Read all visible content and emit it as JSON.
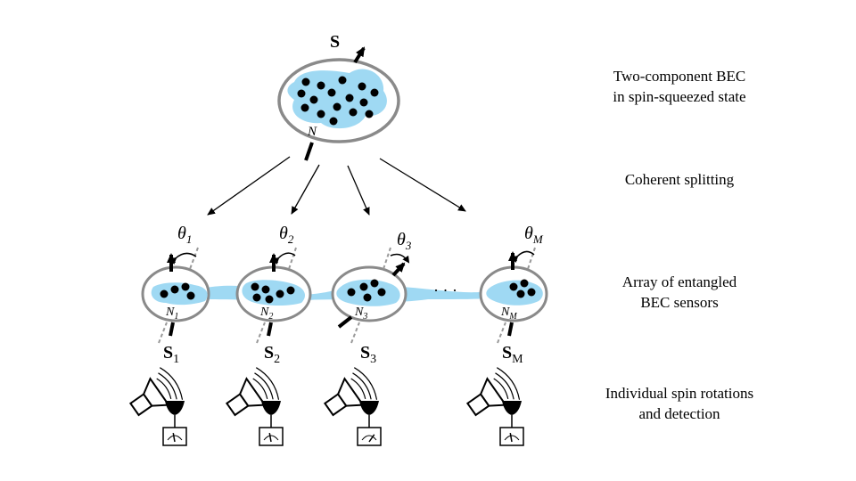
{
  "stages": {
    "bec_line1": "Two-component BEC",
    "bec_line2": "in spin-squeezed state",
    "splitting": "Coherent splitting",
    "array_line1": "Array of entangled",
    "array_line2": "BEC sensors",
    "detect_line1": "Individual spin rotations",
    "detect_line2": "and detection"
  },
  "main_cloud": {
    "spin_label": "S",
    "atom_label": "N"
  },
  "ellipsis": "· · ·",
  "sensors": [
    {
      "theta": "θ",
      "theta_sub": "1",
      "n": "N",
      "n_sub": "1",
      "s": "S",
      "s_sub": "1"
    },
    {
      "theta": "θ",
      "theta_sub": "2",
      "n": "N",
      "n_sub": "2",
      "s": "S",
      "s_sub": "2"
    },
    {
      "theta": "θ",
      "theta_sub": "3",
      "n": "N",
      "n_sub": "3",
      "s": "S",
      "s_sub": "3"
    },
    {
      "theta": "θ",
      "theta_sub": "M",
      "n": "N",
      "n_sub": "M",
      "s": "S",
      "s_sub": "M"
    }
  ],
  "colors": {
    "cloud": "#9fd9f3",
    "ellipse_stroke": "#8a8a8a",
    "ink": "#000000"
  }
}
